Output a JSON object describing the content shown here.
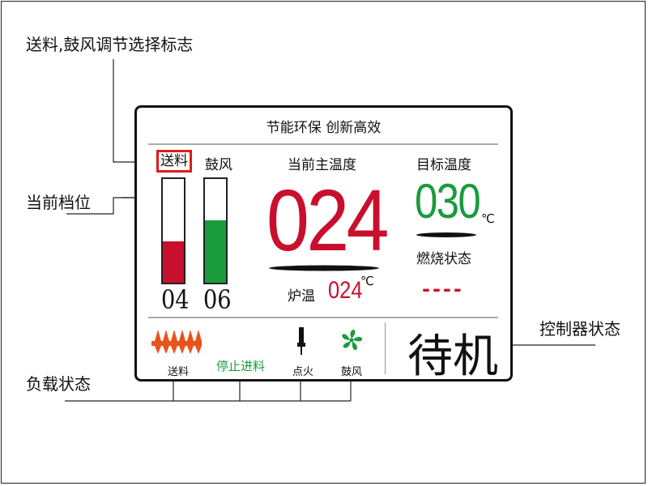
{
  "annotations": {
    "select_flag": "送料,鼓风调节选择标志",
    "current_gear": "当前档位",
    "load_status": "负载状态",
    "controller_status": "控制器状态"
  },
  "panel": {
    "slogan": "节能环保  创新高效",
    "feed_label": "送料",
    "fan_label": "鼓风",
    "feed_gear": "04",
    "fan_gear": "06",
    "feed_fill_fraction": 0.4,
    "fan_fill_fraction": 0.6,
    "current_main_temp_label": "当前主温度",
    "current_main_temp": "024",
    "target_temp_label": "目标温度",
    "target_temp": "030",
    "target_temp_unit": "℃",
    "combustion_status_label": "燃烧状态",
    "combustion_status_value": "----",
    "furnace_temp_label": "炉温",
    "furnace_temp": "024",
    "furnace_temp_unit": "℃",
    "load": {
      "feed_label": "送料",
      "stop_feed_text": "停止进料",
      "ignition_label": "点火",
      "fan_label": "鼓风"
    },
    "controller_state": "待机"
  },
  "colors": {
    "red": "#c8102e",
    "green": "#1a9b3c",
    "orange": "#e8551c",
    "select_box": "#e01b1b"
  },
  "icons": {
    "feed": "auger-feeder-icon",
    "ignition": "igniter-icon",
    "fan": "fan-icon"
  }
}
